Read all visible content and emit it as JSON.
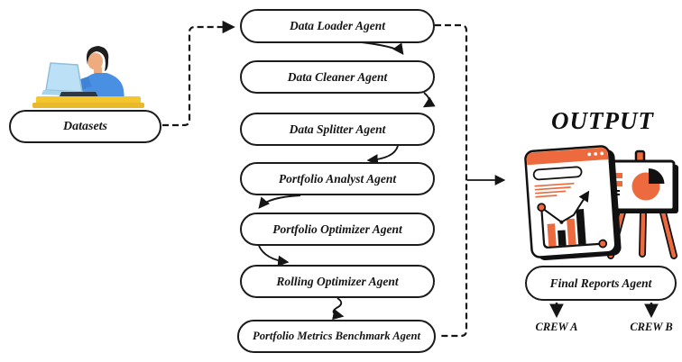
{
  "diagram": {
    "datasets": {
      "label": "Datasets"
    },
    "agents": [
      {
        "label": "Data Loader Agent"
      },
      {
        "label": "Data Cleaner Agent"
      },
      {
        "label": "Data Splitter Agent"
      },
      {
        "label": "Portfolio Analyst Agent"
      },
      {
        "label": "Portfolio Optimizer Agent"
      },
      {
        "label": "Rolling Optimizer Agent"
      },
      {
        "label": "Portfolio Metrics Benchmark Agent"
      }
    ],
    "output": {
      "title": "OUTPUT"
    },
    "final_reports": {
      "label": "Final Reports Agent"
    },
    "crews": [
      {
        "label": "CREW A"
      },
      {
        "label": "CREW B"
      }
    ],
    "flow": {
      "dashed_connections": [
        "Datasets -> Data Loader Agent",
        "Data Loader Agent -> down right side -> Portfolio Metrics Benchmark Agent"
      ],
      "solid_connections": [
        "Data Loader Agent -> Data Cleaner Agent",
        "Data Cleaner Agent -> Data Splitter Agent",
        "Data Splitter Agent -> Portfolio Analyst Agent",
        "Portfolio Analyst Agent -> Portfolio Optimizer Agent",
        "Portfolio Optimizer Agent -> Rolling Optimizer Agent",
        "Rolling Optimizer Agent -> Portfolio Metrics Benchmark Agent",
        "pipeline -> OUTPUT",
        "Final Reports Agent -> CREW A",
        "Final Reports Agent -> CREW B"
      ]
    },
    "icons": {
      "person": "person-working-on-laptop-illustration",
      "output": "reports-and-charts-illustration"
    },
    "colors": {
      "accent_orange": "#EC6A3D",
      "line_black": "#151515",
      "shirt_blue": "#4A90E2",
      "desk_yellow": "#F4C62E",
      "laptop_blue": "#BCE0F5"
    }
  }
}
